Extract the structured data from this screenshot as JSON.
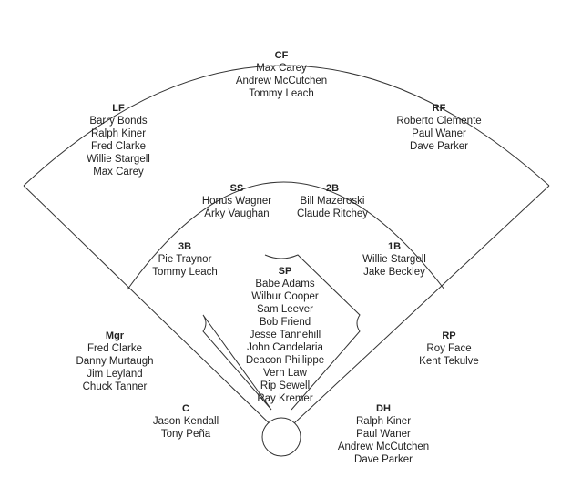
{
  "positions": {
    "cf": {
      "abbr": "CF",
      "players": [
        "Max Carey",
        "Andrew McCutchen",
        "Tommy Leach"
      ]
    },
    "lf": {
      "abbr": "LF",
      "players": [
        "Barry Bonds",
        "Ralph Kiner",
        "Fred Clarke",
        "Willie Stargell",
        "Max Carey"
      ]
    },
    "rf": {
      "abbr": "RF",
      "players": [
        "Roberto Clemente",
        "Paul Waner",
        "Dave Parker"
      ]
    },
    "ss": {
      "abbr": "SS",
      "players": [
        "Honus Wagner",
        "Arky Vaughan"
      ]
    },
    "2b": {
      "abbr": "2B",
      "players": [
        "Bill Mazeroski",
        "Claude Ritchey"
      ]
    },
    "3b": {
      "abbr": "3B",
      "players": [
        "Pie Traynor",
        "Tommy Leach"
      ]
    },
    "1b": {
      "abbr": "1B",
      "players": [
        "Willie Stargell",
        "Jake Beckley"
      ]
    },
    "sp": {
      "abbr": "SP",
      "players": [
        "Babe Adams",
        "Wilbur Cooper",
        "Sam Leever",
        "Bob Friend",
        "Jesse Tannehill",
        "John Candelaria",
        "Deacon Phillippe",
        "Vern Law",
        "Rip Sewell",
        "Ray Kremer"
      ]
    },
    "mgr": {
      "abbr": "Mgr",
      "players": [
        "Fred Clarke",
        "Danny Murtaugh",
        "Jim Leyland",
        "Chuck Tanner"
      ]
    },
    "rp": {
      "abbr": "RP",
      "players": [
        "Roy Face",
        "Kent Tekulve"
      ]
    },
    "c": {
      "abbr": "C",
      "players": [
        "Jason Kendall",
        "Tony Peña"
      ]
    },
    "dh": {
      "abbr": "DH",
      "players": [
        "Ralph Kiner",
        "Paul Waner",
        "Andrew McCutchen",
        "Dave Parker"
      ]
    }
  }
}
